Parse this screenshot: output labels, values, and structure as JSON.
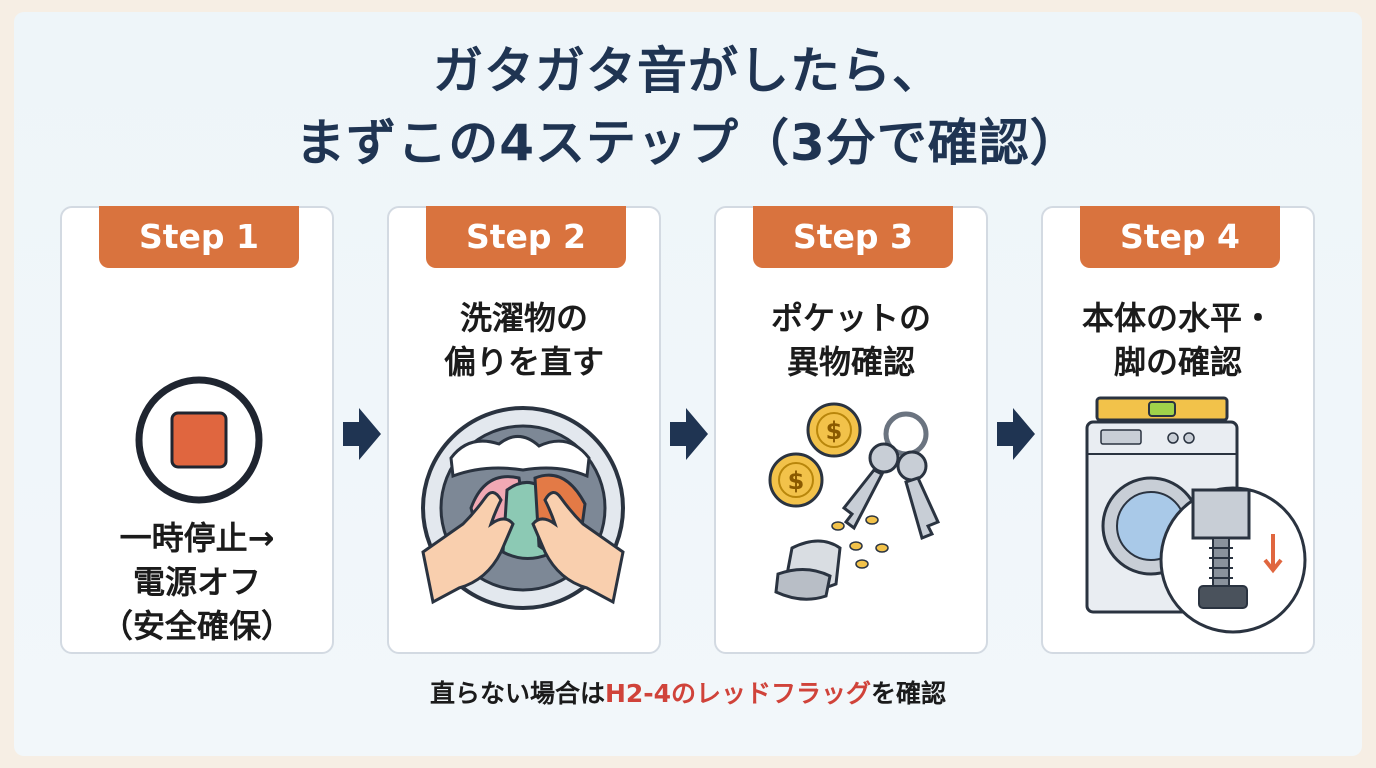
{
  "title": {
    "line1": "ガタガタ音がしたら、",
    "line2": "まずこの4ステップ（3分で確認）"
  },
  "steps": [
    {
      "badge": "Step 1",
      "lines": [
        "一時停止→",
        "電源オフ",
        "（安全確保）"
      ],
      "icon": "stop-button-icon"
    },
    {
      "badge": "Step 2",
      "lines": [
        "洗濯物の",
        "偏りを直す"
      ],
      "icon": "laundry-drum-hands-icon"
    },
    {
      "badge": "Step 3",
      "lines": [
        "ポケットの",
        "異物確認"
      ],
      "icon": "coins-keys-icon"
    },
    {
      "badge": "Step 4",
      "lines": [
        "本体の水平・",
        "脚の確認"
      ],
      "icon": "washer-level-foot-icon"
    }
  ],
  "footer": {
    "before": "直らない場合は",
    "highlight": "H2-4のレッドフラッグ",
    "after": "を確認"
  },
  "colors": {
    "accent": "#d9733e",
    "title": "#1f3452",
    "highlight": "#d0433a",
    "arrow": "#1f3452"
  }
}
